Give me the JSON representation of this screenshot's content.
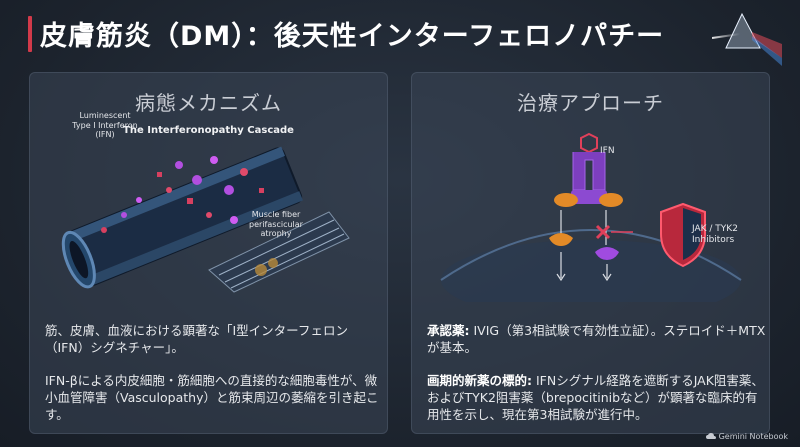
{
  "title": "皮膚筋炎（DM）：後天性インターフェロノパチー",
  "accent_color": "#d23a4a",
  "left_panel": {
    "heading": "病態メカニズム",
    "illustration": {
      "caption": "The Interferonopathy Cascade",
      "label_ifn": "Luminescent Type I Interferon (IFN)",
      "label_muscle": "Muscle fiber perifascicular atrophy"
    },
    "text1": "筋、皮膚、血液における顕著な「I型インターフェロン（IFN）シグネチャー」。",
    "text2": "IFN-βによる内皮細胞・筋細胞への直接的な細胞毒性が、微小血管障害（Vasculopathy）と筋束周辺の萎縮を引き起こす。"
  },
  "right_panel": {
    "heading": "治療アプローチ",
    "illustration": {
      "label_ifn": "IFN",
      "label_jak": "JAK / TYK2 Inhibitors"
    },
    "text1_strong": "承認薬:",
    "text1": " IVIG（第3相試験で有効性立証）。ステロイド＋MTXが基本。",
    "text2_strong": "画期的新薬の標的:",
    "text2": " IFNシグナル経路を遮断するJAK阻害薬、およびTYK2阻害薬（brepocitinibなど）が顕著な臨床的有用性を示し、現在第3相試験が進行中。"
  },
  "watermark": "Gemini Notebook"
}
